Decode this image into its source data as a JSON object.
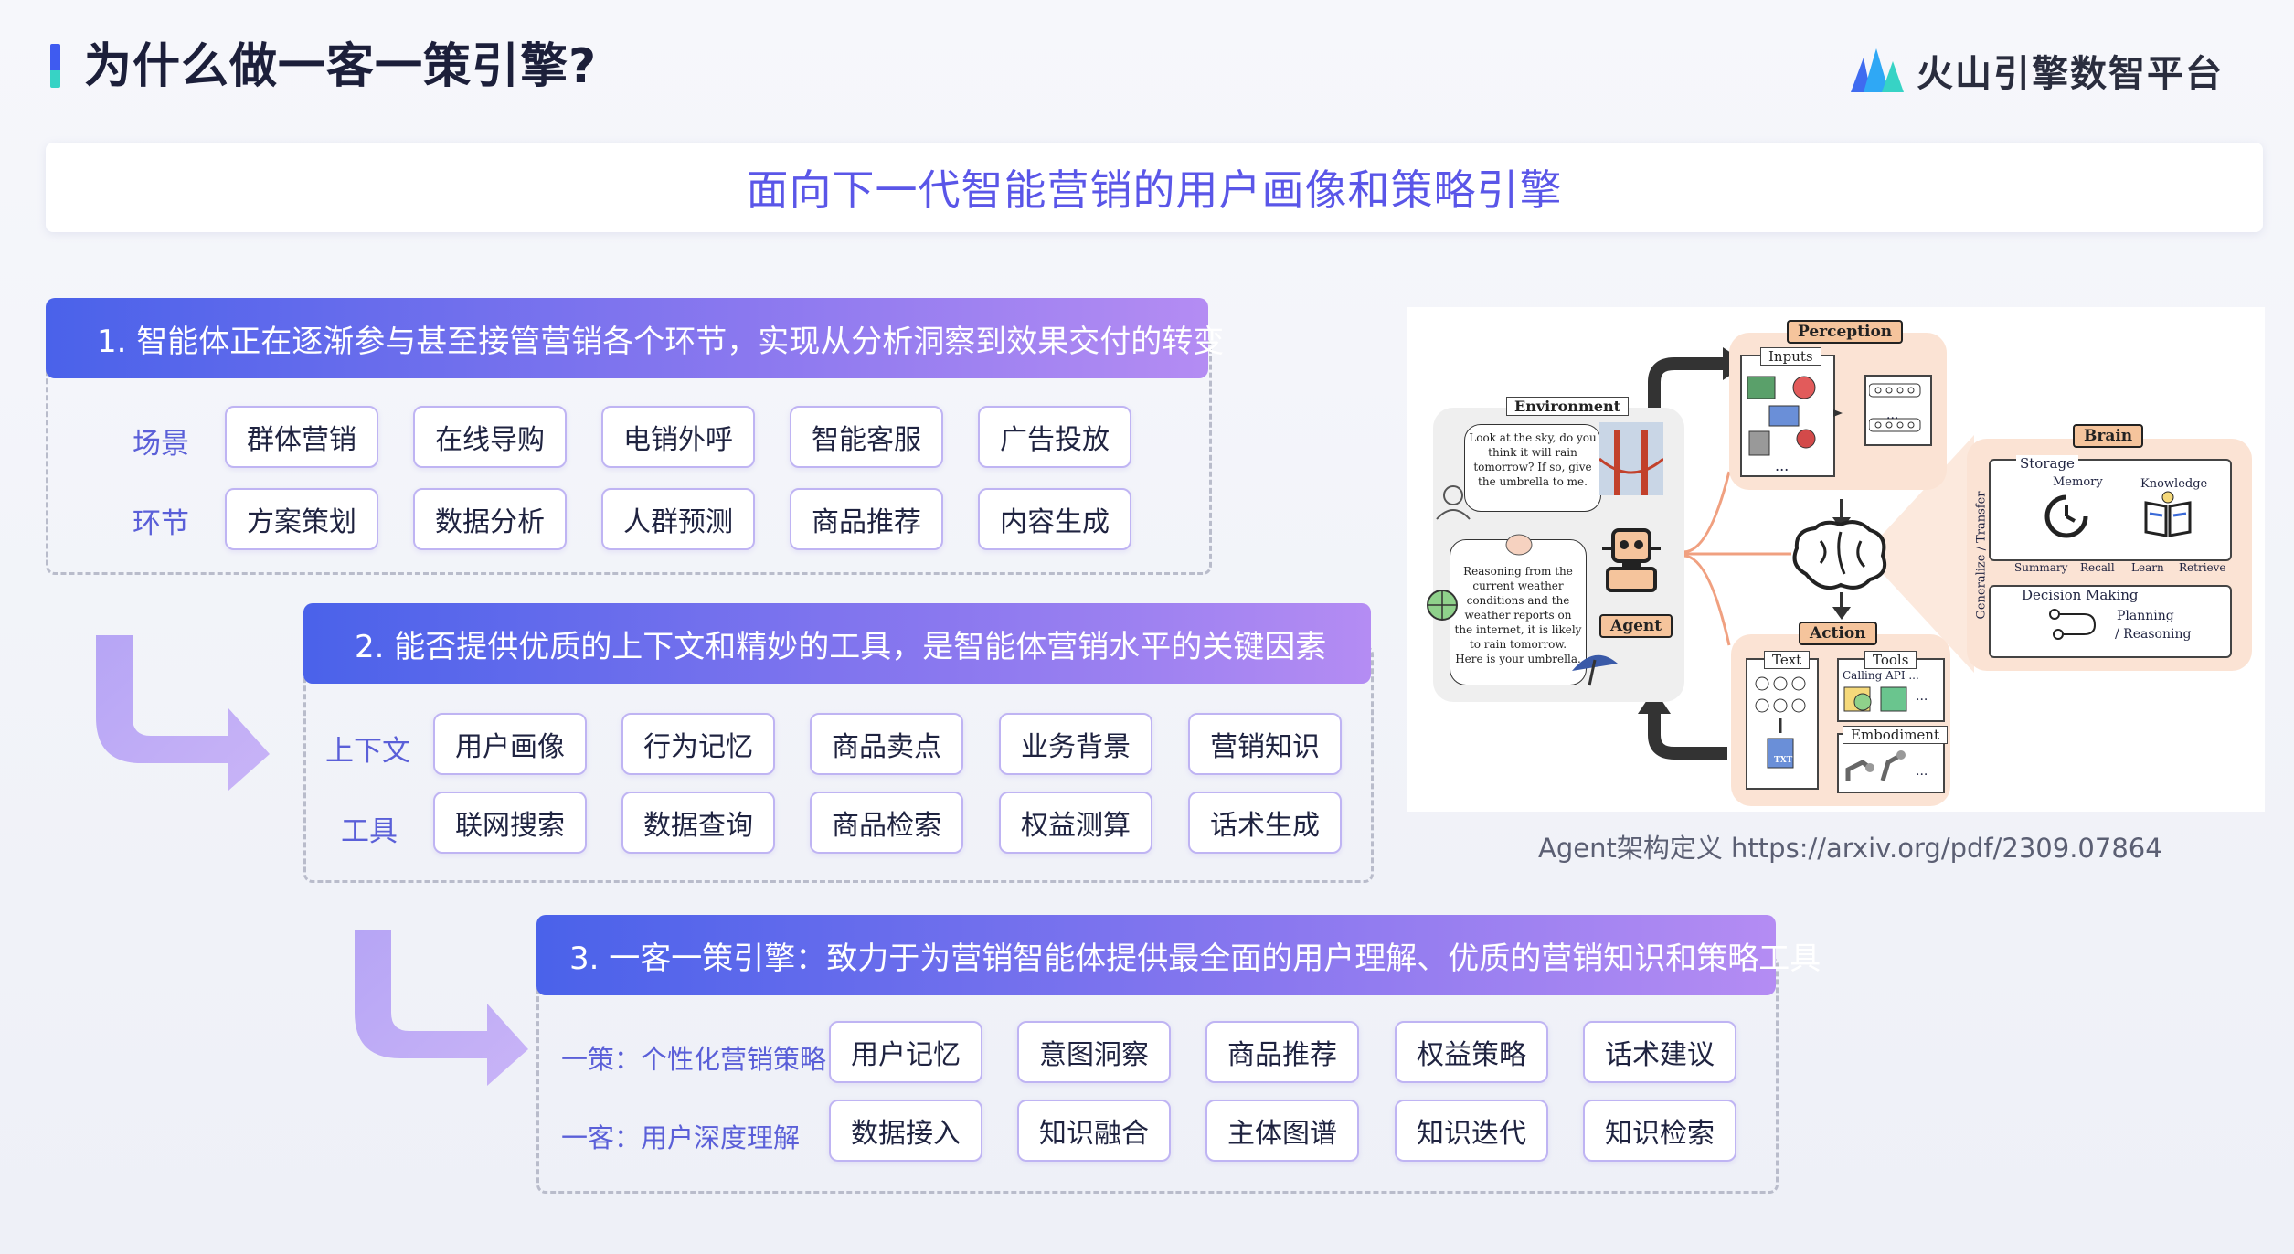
{
  "header": {
    "title": "为什么做一客一策引擎?",
    "logo_text": "火山引擎数智平台"
  },
  "banner": {
    "text": "面向下一代智能营销的用户画像和策略引擎"
  },
  "section1": {
    "heading": "1. 智能体正在逐渐参与甚至接管营销各个环节，实现从分析洞察到效果交付的转变",
    "rows": [
      {
        "label": "场景",
        "items": [
          "群体营销",
          "在线导购",
          "电销外呼",
          "智能客服",
          "广告投放"
        ]
      },
      {
        "label": "环节",
        "items": [
          "方案策划",
          "数据分析",
          "人群预测",
          "商品推荐",
          "内容生成"
        ]
      }
    ]
  },
  "section2": {
    "heading": "2. 能否提供优质的上下文和精妙的工具，是智能体营销水平的关键因素",
    "rows": [
      {
        "label": "上下文",
        "items": [
          "用户画像",
          "行为记忆",
          "商品卖点",
          "业务背景",
          "营销知识"
        ]
      },
      {
        "label": "工具",
        "items": [
          "联网搜索",
          "数据查询",
          "商品检索",
          "权益测算",
          "话术生成"
        ]
      }
    ]
  },
  "section3": {
    "heading": "3. 一客一策引擎：致力于为营销智能体提供最全面的用户理解、优质的营销知识和策略工具",
    "rows": [
      {
        "label": "一策：个性化营销策略",
        "items": [
          "用户记忆",
          "意图洞察",
          "商品推荐",
          "权益策略",
          "话术建议"
        ]
      },
      {
        "label": "一客：用户深度理解",
        "items": [
          "数据接入",
          "知识融合",
          "主体图谱",
          "知识迭代",
          "知识检索"
        ]
      }
    ]
  },
  "diagram": {
    "environment": "Environment",
    "bubble1": "Look at the sky, do you think it will rain tomorrow? If so, give the umbrella to me.",
    "bubble2": "Reasoning from the current weather conditions and the weather reports on the internet, it is likely to rain tomorrow. Here is your umbrella.",
    "agent": "Agent",
    "perception": "Perception",
    "inputs": "Inputs",
    "brain": "Brain",
    "storage": "Storage",
    "memory": "Memory",
    "knowledge": "Knowledge",
    "summary": "Summary",
    "recall": "Recall",
    "learn": "Learn",
    "retrieve": "Retrieve",
    "decision": "Decision Making",
    "planning": "Planning",
    "reasoning": "/ Reasoning",
    "generalize": "Generalize / Transfer",
    "action": "Action",
    "text": "Text",
    "tools": "Tools",
    "calling_api": "Calling API ...",
    "embodiment": "Embodiment",
    "txt": "TXT",
    "ellipsis": "...",
    "caption": "Agent架构定义  https://arxiv.org/pdf/2309.07864"
  },
  "colors": {
    "accent": "#5a56e8",
    "peach": "#fbe3d4",
    "tag": "#f5c49c"
  }
}
